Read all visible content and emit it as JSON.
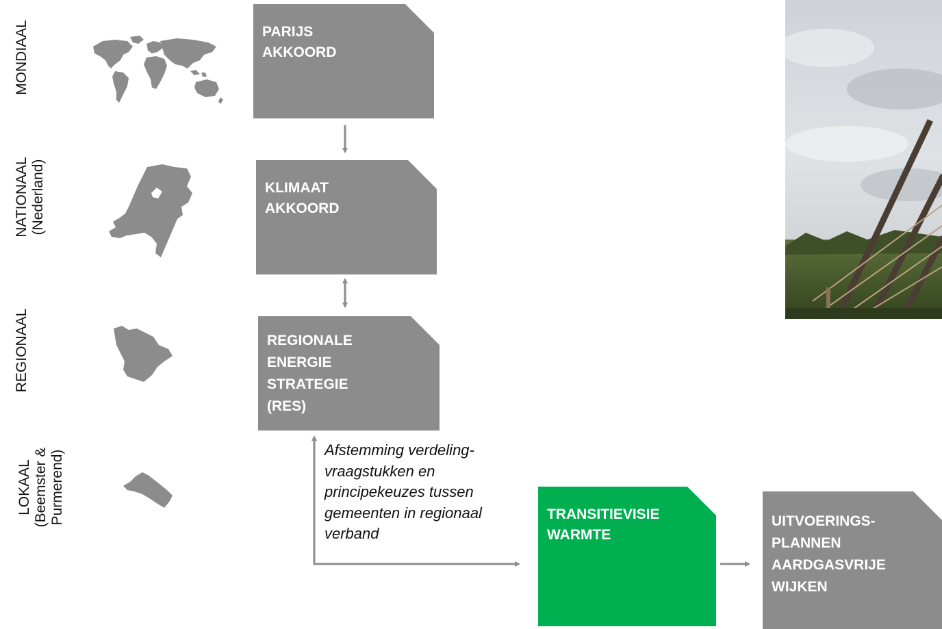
{
  "levels": [
    {
      "lines": [
        "MONDIAAL"
      ]
    },
    {
      "lines": [
        "NATIONAAL",
        "(Nederland)"
      ]
    },
    {
      "lines": [
        "REGIONAAL"
      ]
    },
    {
      "lines": [
        "LOKAAL",
        "(Beemster &",
        "Purmerend)"
      ]
    }
  ],
  "boxes": {
    "parijs": {
      "lines": [
        "PARIJS",
        "AKKOORD"
      ]
    },
    "klimaat": {
      "lines": [
        "KLIMAAT",
        "AKKOORD"
      ]
    },
    "res": {
      "lines": [
        "REGIONALE",
        "ENERGIE",
        "STRATEGIE",
        "(RES)"
      ]
    },
    "tvw": {
      "lines": [
        "TRANSITIEVISIE",
        "WARMTE"
      ]
    },
    "uitvoering": {
      "lines": [
        "UITVOERINGS-",
        "PLANNEN",
        "AARDGASVRIJE",
        "WIJKEN"
      ]
    }
  },
  "annotation": {
    "lines": [
      "Afstemming verdeling-",
      "vraagstukken en",
      "principekeuzes tussen",
      "gemeenten in regionaal",
      "verband"
    ]
  },
  "colors": {
    "box_grey": "#8c8c8c",
    "box_green": "#00b050",
    "arrow": "#8c8c8c",
    "map": "#8c8c8c"
  },
  "icons": [
    "world-map-icon",
    "netherlands-map-icon",
    "region-map-icon",
    "municipality-map-icon"
  ]
}
